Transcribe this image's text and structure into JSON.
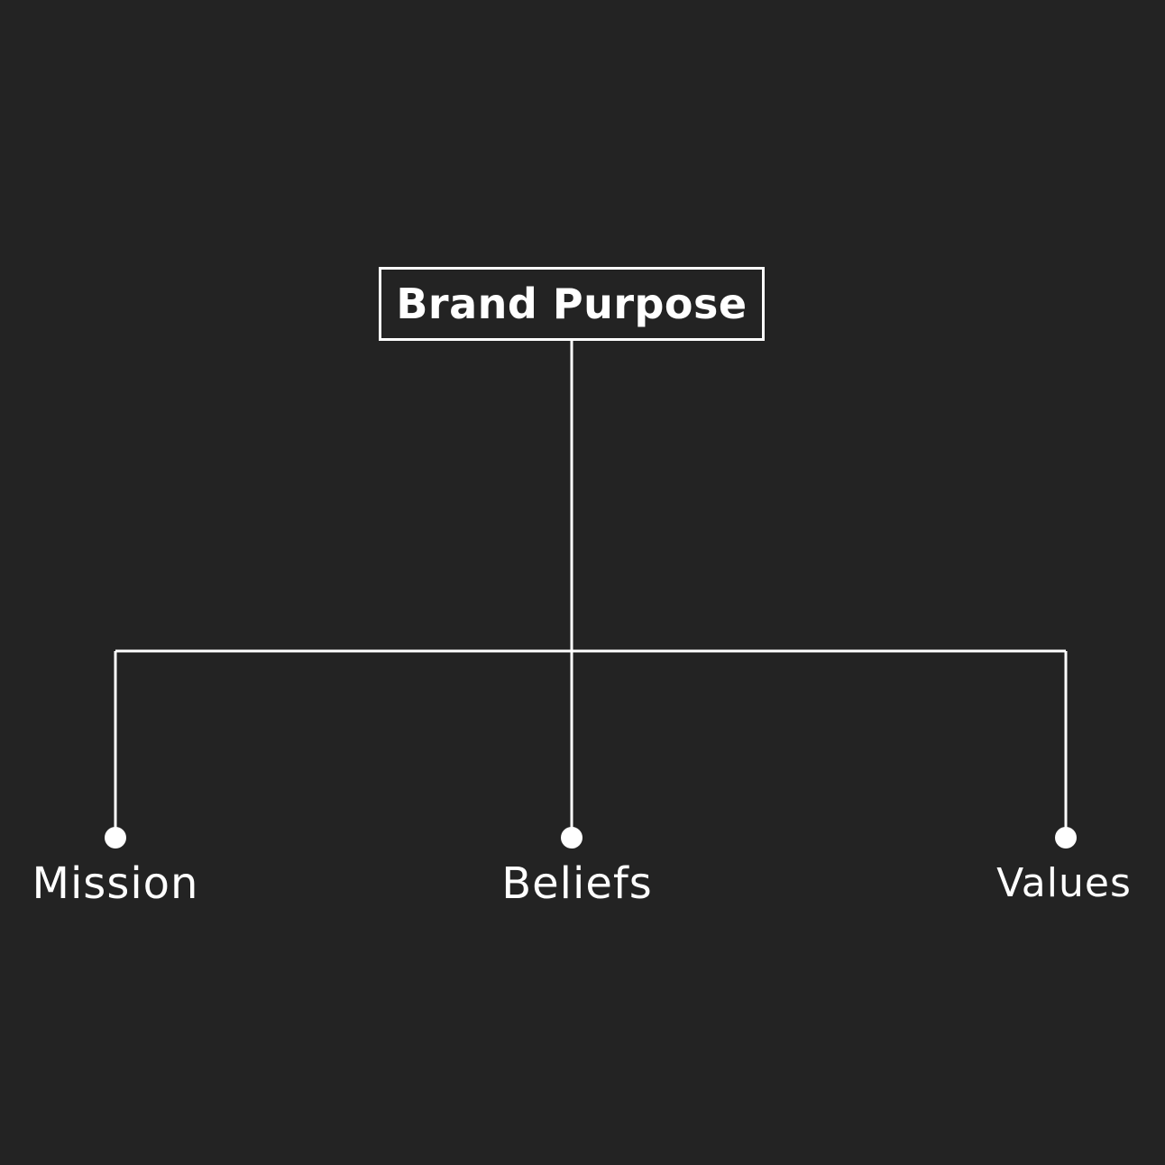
{
  "colors": {
    "background": "#232323",
    "foreground": "#ffffff"
  },
  "root": {
    "label": "Brand Purpose"
  },
  "children": [
    {
      "label": "Mission"
    },
    {
      "label": "Beliefs"
    },
    {
      "label": "Values"
    }
  ]
}
